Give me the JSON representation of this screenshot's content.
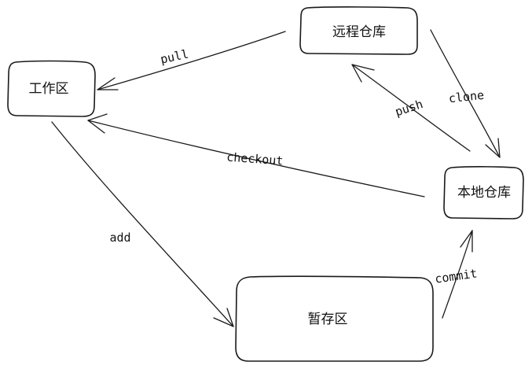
{
  "nodes": {
    "workspace": "工作区",
    "remote": "远程仓库",
    "local": "本地仓库",
    "staging": "暂存区"
  },
  "edges": {
    "pull": "pull",
    "push": "push",
    "clone": "clone",
    "checkout": "checkout",
    "add": "add",
    "commit": "commit"
  }
}
